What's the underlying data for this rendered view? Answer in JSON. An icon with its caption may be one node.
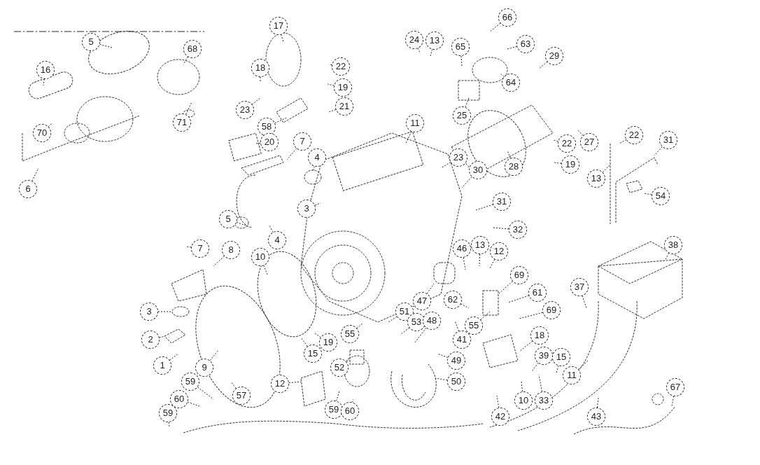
{
  "diagram": {
    "nodes": [
      {
        "text": [
          "66"
        ]
      },
      {
        "text": [
          "17"
        ]
      },
      {
        "text": [
          "5"
        ]
      },
      {
        "text": [
          "24"
        ]
      },
      {
        "text": [
          "13"
        ]
      },
      {
        "text": [
          "65"
        ]
      },
      {
        "text": [
          "63"
        ]
      },
      {
        "text": [
          "68"
        ]
      },
      {
        "text": [
          "29"
        ]
      },
      {
        "text": [
          "18"
        ]
      },
      {
        "text": [
          "22"
        ]
      },
      {
        "text": [
          "19"
        ]
      },
      {
        "text": [
          "16"
        ]
      },
      {
        "text": [
          "64"
        ]
      },
      {
        "text": [
          "21"
        ]
      },
      {
        "text": [
          "23"
        ]
      },
      {
        "text": [
          "58"
        ]
      },
      {
        "text": [
          "25"
        ]
      },
      {
        "text": [
          "11"
        ]
      },
      {
        "text": [
          "71"
        ]
      },
      {
        "text": [
          "70"
        ]
      },
      {
        "text": [
          "22"
        ]
      },
      {
        "text": [
          "27"
        ]
      },
      {
        "text": [
          "22"
        ]
      },
      {
        "text": [
          "31"
        ]
      },
      {
        "text": [
          "20"
        ]
      },
      {
        "text": [
          "7"
        ]
      },
      {
        "text": [
          "4"
        ]
      },
      {
        "text": [
          "23"
        ]
      },
      {
        "text": [
          "19"
        ]
      },
      {
        "text": [
          "28"
        ]
      },
      {
        "text": [
          "30"
        ]
      },
      {
        "text": [
          "13"
        ]
      },
      {
        "text": [
          "6"
        ]
      },
      {
        "text": [
          "54"
        ]
      },
      {
        "text": [
          "31"
        ]
      },
      {
        "text": [
          "3"
        ]
      },
      {
        "text": [
          "5"
        ]
      },
      {
        "text": [
          "32"
        ]
      },
      {
        "text": [
          "7"
        ]
      },
      {
        "text": [
          "8"
        ]
      },
      {
        "text": [
          "4"
        ]
      },
      {
        "text": [
          "10"
        ]
      },
      {
        "text": [
          "46"
        ]
      },
      {
        "text": [
          "13"
        ]
      },
      {
        "text": [
          "12"
        ]
      },
      {
        "text": [
          "38"
        ]
      },
      {
        "text": [
          "69"
        ]
      },
      {
        "text": [
          "37"
        ]
      },
      {
        "text": [
          "61"
        ]
      },
      {
        "text": [
          "47"
        ]
      },
      {
        "text": [
          "62"
        ]
      },
      {
        "text": [
          "51"
        ]
      },
      {
        "text": [
          "3"
        ]
      },
      {
        "text": [
          "69"
        ]
      },
      {
        "text": [
          "53"
        ]
      },
      {
        "text": [
          "48"
        ]
      },
      {
        "text": [
          "55"
        ]
      },
      {
        "text": [
          "18"
        ]
      },
      {
        "text": [
          "55"
        ]
      },
      {
        "text": [
          "19"
        ]
      },
      {
        "text": [
          "2"
        ]
      },
      {
        "text": [
          "41"
        ]
      },
      {
        "text": [
          "15"
        ]
      },
      {
        "text": [
          "39"
        ]
      },
      {
        "text": [
          "15"
        ]
      },
      {
        "text": [
          "49"
        ]
      },
      {
        "text": [
          "1"
        ]
      },
      {
        "text": [
          "9"
        ]
      },
      {
        "text": [
          "52"
        ]
      },
      {
        "text": [
          "11"
        ]
      },
      {
        "text": [
          "50"
        ]
      },
      {
        "text": [
          "59"
        ]
      },
      {
        "text": [
          "12"
        ]
      },
      {
        "text": [
          "67"
        ]
      },
      {
        "text": [
          "57"
        ]
      },
      {
        "text": [
          "60"
        ]
      },
      {
        "text": [
          "10"
        ]
      },
      {
        "text": [
          "33"
        ]
      },
      {
        "text": [
          "59"
        ]
      },
      {
        "text": [
          "60"
        ]
      },
      {
        "text": [
          "59"
        ]
      },
      {
        "text": [
          "42"
        ]
      },
      {
        "text": [
          "43"
        ]
      }
    ],
    "edges": [
      {
        "from": 0,
        "to": null,
        "arrow": "none"
      },
      {
        "from": 1,
        "to": null,
        "arrow": "none"
      },
      {
        "from": 2,
        "to": null,
        "arrow": "none"
      },
      {
        "from": 3,
        "to": null,
        "arrow": "none"
      },
      {
        "from": 4,
        "to": null,
        "arrow": "none"
      },
      {
        "from": 5,
        "to": null,
        "arrow": "none"
      },
      {
        "from": 6,
        "to": null,
        "arrow": "none"
      },
      {
        "from": 7,
        "to": null,
        "arrow": "none"
      },
      {
        "from": 8,
        "to": null,
        "arrow": "none"
      },
      {
        "from": 9,
        "to": null,
        "arrow": "none"
      },
      {
        "from": 10,
        "to": null,
        "arrow": "none"
      },
      {
        "from": 11,
        "to": null,
        "arrow": "none"
      },
      {
        "from": 12,
        "to": null,
        "arrow": "none"
      },
      {
        "from": 13,
        "to": null,
        "arrow": "none"
      },
      {
        "from": 14,
        "to": null,
        "arrow": "none"
      },
      {
        "from": 15,
        "to": null,
        "arrow": "none"
      },
      {
        "from": 16,
        "to": null,
        "arrow": "none"
      },
      {
        "from": 17,
        "to": null,
        "arrow": "none"
      },
      {
        "from": 18,
        "to": null,
        "arrow": "none"
      },
      {
        "from": 19,
        "to": null,
        "arrow": "none"
      },
      {
        "from": 20,
        "to": null,
        "arrow": "none"
      },
      {
        "from": 21,
        "to": null,
        "arrow": "none"
      },
      {
        "from": 22,
        "to": null,
        "arrow": "none"
      },
      {
        "from": 23,
        "to": null,
        "arrow": "none"
      },
      {
        "from": 24,
        "to": null,
        "arrow": "none"
      },
      {
        "from": 25,
        "to": null,
        "arrow": "none"
      },
      {
        "from": 26,
        "to": null,
        "arrow": "none"
      },
      {
        "from": 27,
        "to": null,
        "arrow": "none"
      },
      {
        "from": 28,
        "to": null,
        "arrow": "none"
      },
      {
        "from": 29,
        "to": null,
        "arrow": "none"
      },
      {
        "from": 30,
        "to": null,
        "arrow": "none"
      },
      {
        "from": 31,
        "to": null,
        "arrow": "none"
      },
      {
        "from": 32,
        "to": null,
        "arrow": "none"
      },
      {
        "from": 33,
        "to": null,
        "arrow": "none"
      },
      {
        "from": 34,
        "to": null,
        "arrow": "none"
      },
      {
        "from": 35,
        "to": null,
        "arrow": "none"
      },
      {
        "from": 36,
        "to": null,
        "arrow": "none"
      },
      {
        "from": 37,
        "to": null,
        "arrow": "none"
      },
      {
        "from": 38,
        "to": null,
        "arrow": "none"
      },
      {
        "from": 39,
        "to": null,
        "arrow": "none"
      },
      {
        "from": 40,
        "to": null,
        "arrow": "none"
      },
      {
        "from": 41,
        "to": null,
        "arrow": "none"
      },
      {
        "from": 42,
        "to": null,
        "arrow": "none"
      },
      {
        "from": 43,
        "to": null,
        "arrow": "none"
      },
      {
        "from": 44,
        "to": null,
        "arrow": "none"
      },
      {
        "from": 45,
        "to": null,
        "arrow": "none"
      },
      {
        "from": 46,
        "to": null,
        "arrow": "none"
      },
      {
        "from": 47,
        "to": null,
        "arrow": "none"
      },
      {
        "from": 48,
        "to": null,
        "arrow": "none"
      },
      {
        "from": 49,
        "to": null,
        "arrow": "none"
      },
      {
        "from": 50,
        "to": null,
        "arrow": "none"
      },
      {
        "from": 51,
        "to": null,
        "arrow": "none"
      },
      {
        "from": 52,
        "to": null,
        "arrow": "none"
      },
      {
        "from": 53,
        "to": null,
        "arrow": "none"
      },
      {
        "from": 54,
        "to": null,
        "arrow": "none"
      },
      {
        "from": 55,
        "to": null,
        "arrow": "none"
      },
      {
        "from": 56,
        "to": null,
        "arrow": "none"
      },
      {
        "from": 57,
        "to": null,
        "arrow": "none"
      },
      {
        "from": 58,
        "to": null,
        "arrow": "none"
      },
      {
        "from": 59,
        "to": null,
        "arrow": "none"
      },
      {
        "from": 60,
        "to": null,
        "arrow": "none"
      },
      {
        "from": 61,
        "to": null,
        "arrow": "none"
      },
      {
        "from": 62,
        "to": null,
        "arrow": "none"
      },
      {
        "from": 63,
        "to": null,
        "arrow": "none"
      },
      {
        "from": 64,
        "to": null,
        "arrow": "none"
      },
      {
        "from": 65,
        "to": null,
        "arrow": "none"
      },
      {
        "from": 66,
        "to": null,
        "arrow": "none"
      },
      {
        "from": 67,
        "to": null,
        "arrow": "none"
      },
      {
        "from": 68,
        "to": null,
        "arrow": "none"
      },
      {
        "from": 69,
        "to": null,
        "arrow": "none"
      },
      {
        "from": 70,
        "to": null,
        "arrow": "none"
      },
      {
        "from": 71,
        "to": null,
        "arrow": "none"
      },
      {
        "from": 72,
        "to": null,
        "arrow": "none"
      },
      {
        "from": 73,
        "to": null,
        "arrow": "none"
      },
      {
        "from": 74,
        "to": null,
        "arrow": "none"
      },
      {
        "from": 75,
        "to": null,
        "arrow": "none"
      },
      {
        "from": 76,
        "to": null,
        "arrow": "none"
      },
      {
        "from": 77,
        "to": null,
        "arrow": "none"
      },
      {
        "from": 78,
        "to": null,
        "arrow": "none"
      },
      {
        "from": 79,
        "to": null,
        "arrow": "none"
      },
      {
        "from": 80,
        "to": null,
        "arrow": "none"
      },
      {
        "from": 81,
        "to": null,
        "arrow": "none"
      },
      {
        "from": 82,
        "to": null,
        "arrow": "none"
      },
      {
        "from": 83,
        "to": null,
        "arrow": "none"
      }
    ]
  }
}
